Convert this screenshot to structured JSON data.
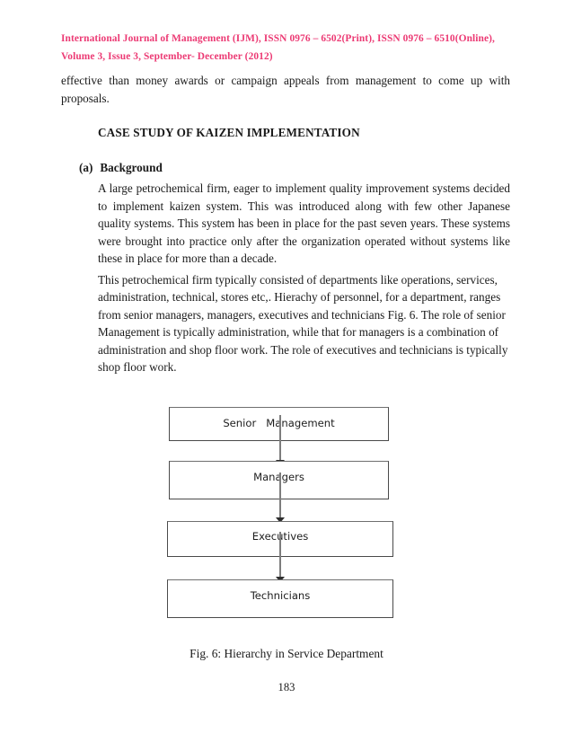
{
  "header": {
    "line1": "International Journal of Management (IJM), ISSN 0976 – 6502(Print), ISSN 0976 – 6510(Online),",
    "line2": "Volume 3, Issue 3, September- December (2012)"
  },
  "body": {
    "lead_paragraph": "effective than    money awards or campaign appeals from management to come up with proposals.",
    "section_heading": "CASE STUDY OF KAIZEN IMPLEMENTATION",
    "subsection": {
      "marker": "(a)",
      "label": "Background"
    },
    "paragraph_1": "A large petrochemical firm, eager to implement quality improvement systems decided to implement kaizen system. This was introduced along with few other Japanese quality systems. This system has been in place for the past seven years. These systems were brought into practice only after the organization operated without systems like these in place for more than a decade.",
    "paragraph_2": "This petrochemical firm typically consisted of departments like operations, services, administration, technical, stores etc,. Hierachy of personnel, for a department, ranges from senior managers, managers, executives and technicians Fig. 6. The role of senior Management is typically administration, while that for managers is a combination of administration and shop floor work. The role of executives and technicians is typically shop floor work."
  },
  "figure": {
    "caption": "Fig. 6: Hierarchy in Service Department",
    "boxes": [
      {
        "label": "Senior   Management"
      },
      {
        "label": "Managers"
      },
      {
        "label": "Executives"
      },
      {
        "label": "Technicians"
      }
    ],
    "arrow_count": 3
  },
  "footer": {
    "page_number": "183"
  },
  "colors": {
    "header_accent": "#ec3a74",
    "body_text": "#1a1a1a",
    "box_border": "#4a4a4a",
    "arrow_stem": "#7d7d7d",
    "arrow_head": "#2e2e2e",
    "page_background": "#ffffff"
  }
}
